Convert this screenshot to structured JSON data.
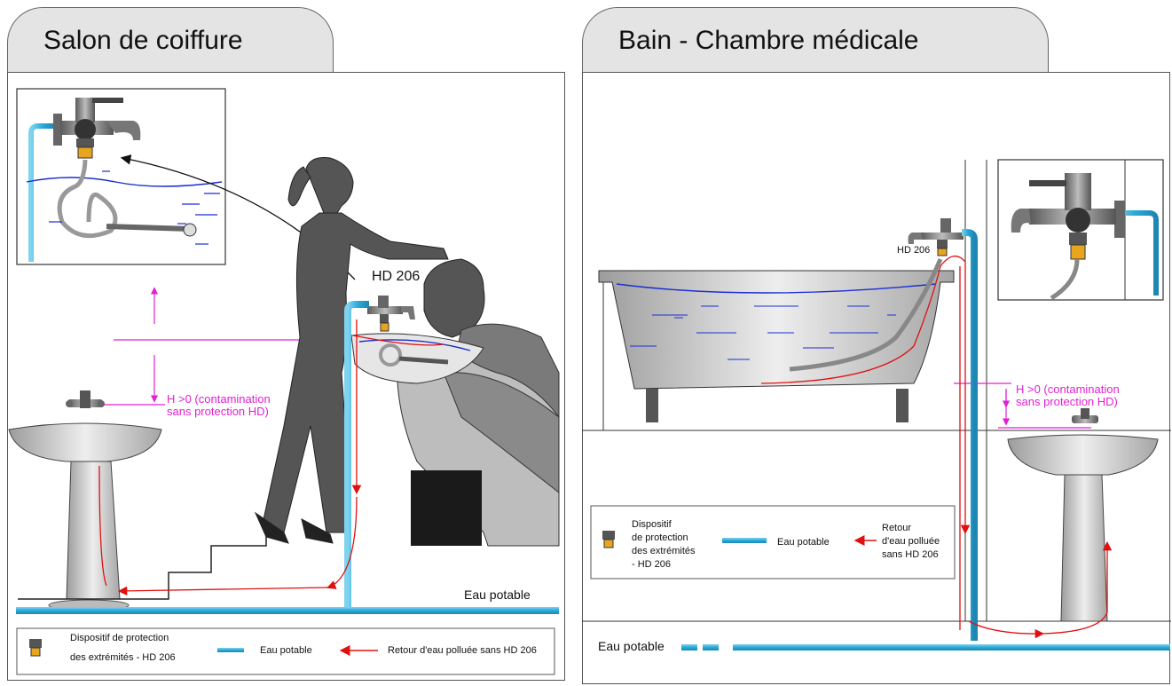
{
  "left": {
    "title": "Salon de coiffure",
    "device_label": "HD 206",
    "height_note_line1": "H >0 (contamination",
    "height_note_line2": "sans protection HD)",
    "potable_label": "Eau potable",
    "legend": {
      "device_line1": "Dispositif de protection",
      "device_line2": "des extrémités - HD 206",
      "water": "Eau potable",
      "return": "Retour d'eau polluée sans HD 206"
    }
  },
  "right": {
    "title": "Bain - Chambre médicale",
    "device_label": "HD 206",
    "height_note_line1": "H >0 (contamination",
    "height_note_line2": "sans protection HD)",
    "potable_label": "Eau potable",
    "legend": {
      "device_line1": "Dispositif",
      "device_line2": "de protection",
      "device_line3": "des extrémités",
      "device_line4": "- HD 206",
      "water": "Eau potable",
      "return_line1": "Retour",
      "return_line2": "d'eau polluée",
      "return_line3": "sans HD 206"
    }
  },
  "colors": {
    "water_pipe": "#2aa9d6",
    "return_flow": "#e01010",
    "height_marker": "#e21fd6",
    "water_surface": "#1a2fd0",
    "device_brass": "#e8a620",
    "tab_fill": "#e4e4e4"
  }
}
